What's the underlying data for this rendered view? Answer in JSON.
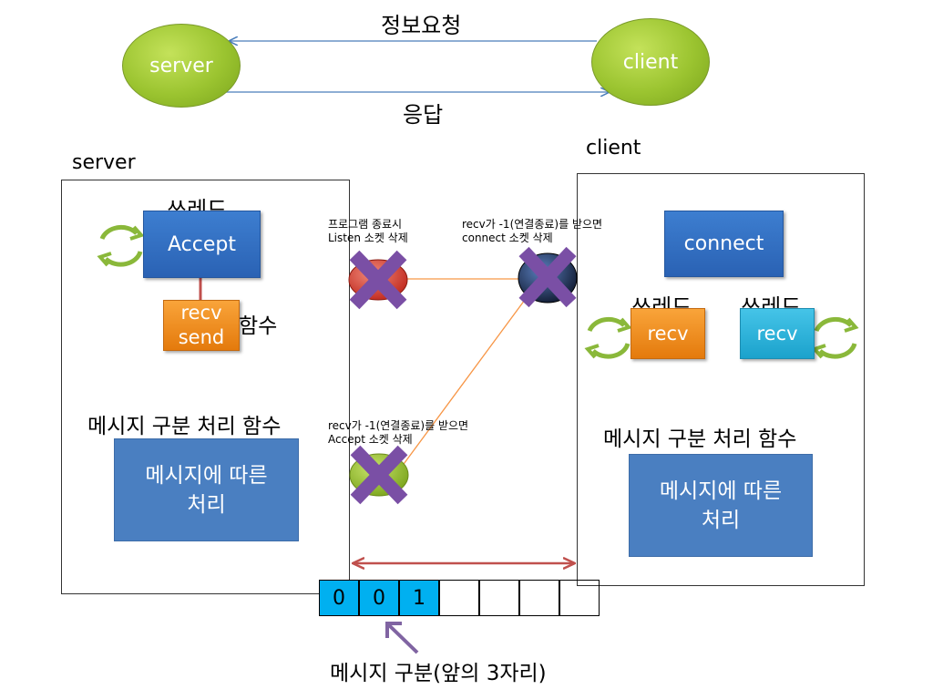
{
  "top_flow": {
    "request_label": "정보요청",
    "response_label": "응답",
    "server_label": "server",
    "client_label": "client"
  },
  "server_panel": {
    "title": "server",
    "thread_label": "쓰레드",
    "accept_label": "Accept",
    "recv_send_label": "recv\nsend",
    "function_label": "함수",
    "msg_func_label": "메시지 구분 처리 함수",
    "msg_process_label": "메시지에 따른\n처리"
  },
  "client_panel": {
    "title": "client",
    "connect_label": "connect",
    "thread_label_1": "쓰레드",
    "thread_label_2": "쓰레드",
    "recv_label_1": "recv",
    "recv_label_2": "recv",
    "msg_func_label": "메시지 구분 처리 함수",
    "msg_process_label": "메시지에 따른\n처리"
  },
  "notes": {
    "server_x_note": "프로그램 종료시\nListen 소켓 삭제",
    "client_x_note": "recv가 -1(연결종료)를 받으면\nconnect 소켓 삭제",
    "accept_x_note": "recv가 -1(연결종료)를 받으면\nAccept 소켓 삭제"
  },
  "message_buffer": {
    "cells": [
      "0",
      "0",
      "1",
      "",
      "",
      "",
      ""
    ],
    "caption": "메시지 구분(앞의 3자리)"
  },
  "colors": {
    "line_blue": "#4a7ebb",
    "line_orange": "#f79646",
    "arrow_red": "#c0504d",
    "cell_fill": "#00b0f0",
    "arrow_purple": "#8064a2"
  }
}
